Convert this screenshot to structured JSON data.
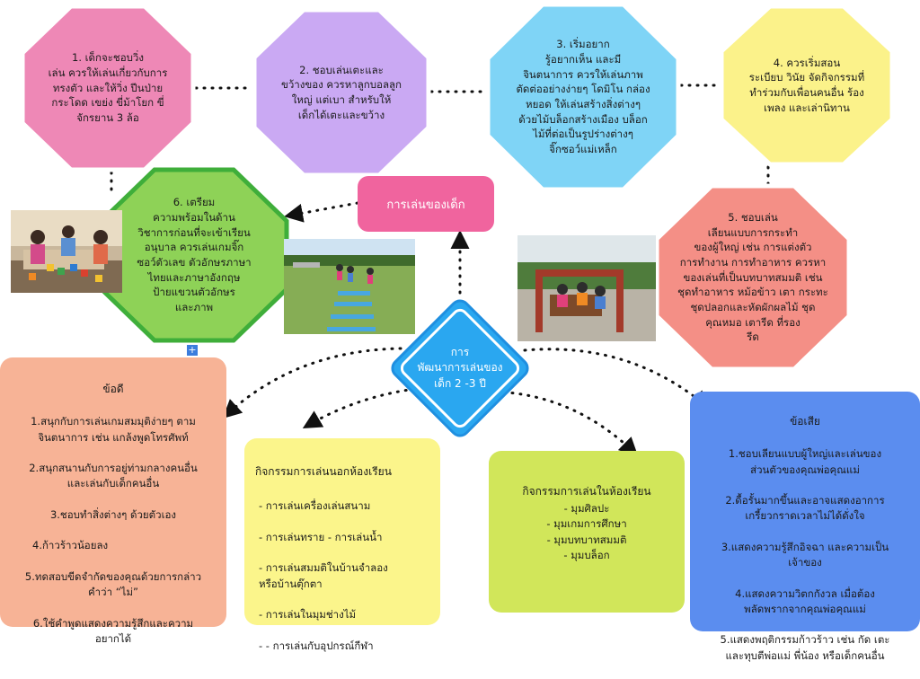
{
  "center_title": "การ\nพัฒนาการเล่นของ\nเด็ก 2 -3 ปี",
  "topic_label": "การเล่นของเด็ก",
  "nodes": [
    {
      "text": "1. เด็กจะชอบวิ่ง\nเล่น ควรให้เล่นเกี่ยวกับการ\nทรงตัว และให้วิ่ง ปีนป่าย\nกระโดด เขย่ง ขี่ม้าโยก ขี่\nจักรยาน 3 ล้อ",
      "color": "#ee88b6"
    },
    {
      "text": "2. ชอบเล่นเตะและ\nขว้างของ ควรหาลูกบอลลูก\nใหญ่ แต่เบา สำหรับให้\nเด็กได้เตะและขว้าง",
      "color": "#caa9f3"
    },
    {
      "text": "3. เริ่มอยาก\nรู้อยากเห็น และมี\nจินตนาการ ควรให้เล่นภาพ\nตัดต่ออย่างง่ายๆ โดมิโน กล่อง\nหยอด ให้เล่นสร้างสิ่งต่างๆ\nด้วยไม้บล็อกสร้างเมือง บล็อก\nไม้ที่ต่อเป็นรูปร่างต่างๆ\nจิ๊กซอว์แม่เหล็ก",
      "color": "#7fd4f6"
    },
    {
      "text": "4. ควรเริ่มสอน\nระเบียบ วินัย จัดกิจกรรมที่\nทำร่วมกับเพื่อนคนอื่น ร้อง\nเพลง และเล่านิทาน",
      "color": "#fbf28a"
    },
    {
      "text": "5. ชอบเล่น\nเลียนแบบการกระทำ\nของผู้ใหญ่ เช่น การแต่งตัว\nการทำงาน การทำอาหาร ควรหา\nของเล่นที่เป็นบทบาทสมมติ เช่น\nชุดทำอาหาร หม้อข้าว เตา กระทะ\nชุดปลอกและหัดผักผลไม้ ชุด\nคุณหมอ เตารีด ที่รอง\nรีด",
      "color": "#f48f86"
    },
    {
      "text": "6. เตรียม\nความพร้อมในด้าน\nวิชาการก่อนที่จะเข้าเรียน\nอนุบาล ควรเล่นเกมจิ๊ก\nซอว์ตัวเลข ตัวอักษรภาษา\nไทยและภาษาอังกฤษ\nป้ายแขวนตัวอักษร\nและภาพ",
      "color": "#8ed257"
    }
  ],
  "pros": {
    "title": "ข้อดี",
    "items": [
      "1.สนุกกับการเล่นเกมสมมุติง่ายๆ ตาม\nจินตนาการ เช่น แกล้งพูดโทรศัพท์",
      "2.สนุกสนานกับการอยู่ท่ามกลางคนอื่น\nและเล่นกับเด็กคนอื่น",
      "3.ชอบทำสิ่งต่างๆ ด้วยตัวเอง",
      "4.ก้าวร้าวน้อยลง",
      "5.ทดสอบขีดจำกัดของคุณด้วยการกล่าว\nคำว่า “ไม่”",
      "6.ใช้คำพูดแสดงความรู้สึกและความ\nอยากได้"
    ],
    "color": "#f7b396"
  },
  "outdoor": {
    "title": "กิจกรรมการเล่นนอกห้องเรียน",
    "items": [
      "-  การเล่นเครื่องเล่นสนาม",
      "-  การเล่นทราย  - การเล่นน้ำ",
      "-  การเล่นสมมติในบ้านจำลอง\n   หรือบ้านตุ๊กตา",
      "-   การเล่นในมุมช่างไม้",
      "-  - การเล่นกับอุปกรณ์กีฬา"
    ],
    "color": "#fbf58b"
  },
  "indoor": {
    "title": "กิจกรรมการเล่นในห้องเรียน",
    "items": [
      "- มุมศิลปะ",
      "- มุมเกมการศึกษา",
      "- มุมบทบาทสมมติ",
      "- มุมบล็อก"
    ],
    "color": "#d1e65a"
  },
  "cons": {
    "title": "ข้อเสีย",
    "items": [
      "1.ชอบเลียนแบบผู้ใหญ่และเล่นของ\nส่วนตัวของคุณพ่อคุณแม่",
      "2.ดื้อรั้นมากขึ้นและอาจแสดงอาการ\nเกรี้ยวกราดเวลาไม่ได้ดั่งใจ",
      "3.แสดงความรู้สึกอิจฉา และความเป็น\nเจ้าของ",
      "4.แสดงความวิตกกังวล เมื่อต้อง\nพลัดพรากจากคุณพ่อคุณแม่",
      "5.แสดงพฤติกรรมก้าวร้าว เช่น กัด เตะ\nและทุบตีพ่อแม่ พี่น้อง หรือเด็กคนอื่น"
    ],
    "color": "#5b8def"
  },
  "plus_glyph": "+"
}
